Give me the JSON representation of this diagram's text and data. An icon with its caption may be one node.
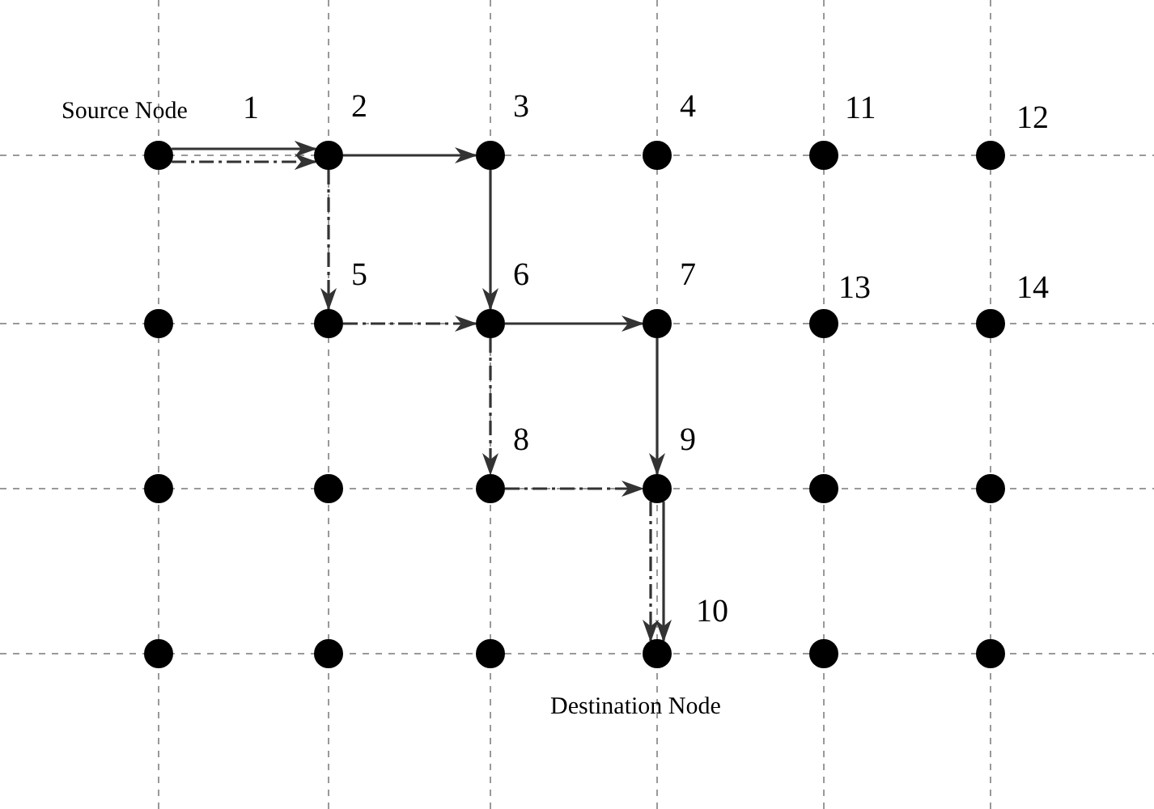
{
  "diagram": {
    "nodes": [
      {
        "text": [],
        "shape": "circle",
        "beside": [
          "Source Node",
          "1"
        ]
      },
      {
        "text": [],
        "shape": "circle",
        "beside": [
          "2"
        ]
      },
      {
        "text": [],
        "shape": "circle",
        "beside": [
          "3"
        ]
      },
      {
        "text": [],
        "shape": "circle",
        "beside": [
          "4"
        ]
      },
      {
        "text": [],
        "shape": "circle",
        "beside": [
          "11"
        ]
      },
      {
        "text": [],
        "shape": "circle",
        "beside": [
          "12"
        ]
      },
      {
        "text": [],
        "shape": "circle"
      },
      {
        "text": [],
        "shape": "circle",
        "beside": [
          "5"
        ]
      },
      {
        "text": [],
        "shape": "circle",
        "beside": [
          "6"
        ]
      },
      {
        "text": [],
        "shape": "circle",
        "beside": [
          "7"
        ]
      },
      {
        "text": [],
        "shape": "circle",
        "beside": [
          "13"
        ]
      },
      {
        "text": [],
        "shape": "circle",
        "beside": [
          "14"
        ]
      },
      {
        "text": [],
        "shape": "circle"
      },
      {
        "text": [],
        "shape": "circle"
      },
      {
        "text": [],
        "shape": "circle",
        "beside": [
          "8"
        ]
      },
      {
        "text": [],
        "shape": "circle",
        "beside": [
          "9"
        ]
      },
      {
        "text": [],
        "shape": "circle"
      },
      {
        "text": [],
        "shape": "circle"
      },
      {
        "text": [],
        "shape": "circle"
      },
      {
        "text": [],
        "shape": "circle"
      },
      {
        "text": [],
        "shape": "circle"
      },
      {
        "text": [],
        "shape": "circle",
        "beside": [
          "10",
          "Destination Node"
        ]
      },
      {
        "text": [],
        "shape": "circle"
      },
      {
        "text": [],
        "shape": "circle"
      }
    ],
    "edges": [
      {
        "from": 0,
        "to": 1,
        "arrow": "to"
      },
      {
        "from": 0,
        "to": 1,
        "arrow": "to",
        "style": "dashed"
      },
      {
        "from": 1,
        "to": 2,
        "arrow": "to"
      },
      {
        "from": 2,
        "to": 8,
        "arrow": "to"
      },
      {
        "from": 8,
        "to": 9,
        "arrow": "to"
      },
      {
        "from": 9,
        "to": 15,
        "arrow": "to"
      },
      {
        "from": 15,
        "to": 21,
        "arrow": "to"
      },
      {
        "from": 1,
        "to": 7,
        "arrow": "to",
        "style": "dashed"
      },
      {
        "from": 7,
        "to": 8,
        "arrow": "to",
        "style": "dashed"
      },
      {
        "from": 8,
        "to": 14,
        "arrow": "to",
        "style": "dashed"
      },
      {
        "from": 14,
        "to": 15,
        "arrow": "to",
        "style": "dashed"
      },
      {
        "from": 15,
        "to": 21,
        "arrow": "to",
        "style": "dashed"
      }
    ]
  }
}
